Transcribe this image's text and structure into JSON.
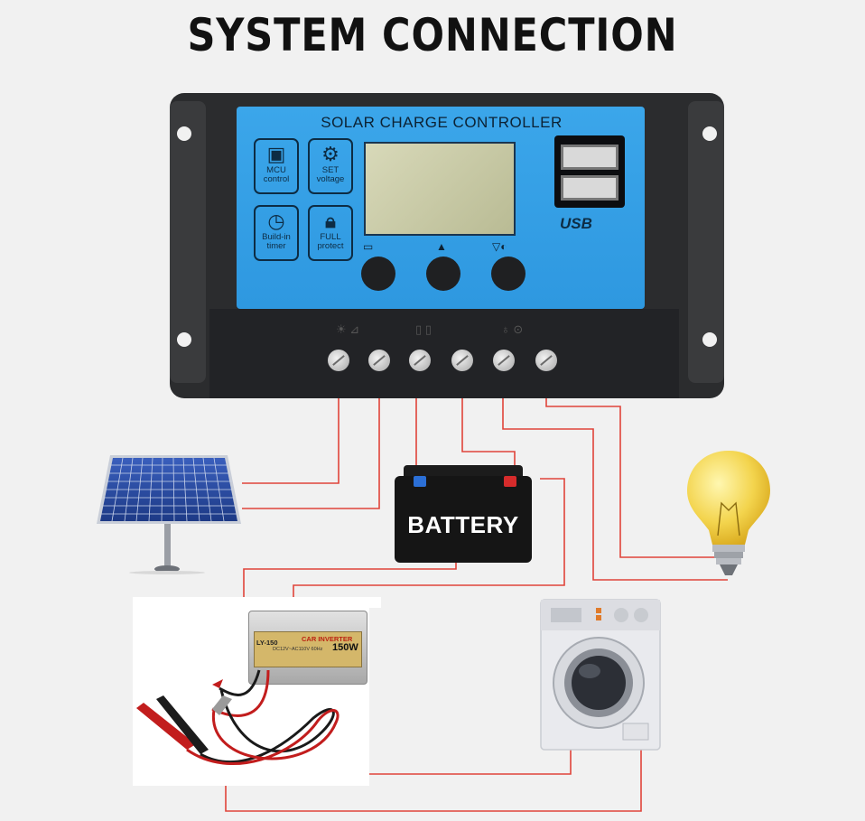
{
  "title": "SYSTEM CONNECTION",
  "controller": {
    "label": "SOLAR CHARGE CONTROLLER",
    "features": [
      {
        "line1": "MCU",
        "line2": "control",
        "icon": "chip-icon"
      },
      {
        "line1": "SET",
        "line2": "voltage",
        "icon": "gear-icon"
      },
      {
        "line1": "Build-in",
        "line2": "timer",
        "icon": "clock-icon"
      },
      {
        "line1": "FULL",
        "line2": "protect",
        "icon": "lock-icon"
      }
    ],
    "usb_label": "USB"
  },
  "battery": {
    "label": "BATTERY"
  },
  "inverter": {
    "model": "LY-150",
    "name": "CAR INVERTER",
    "power": "150W",
    "spec": "DC12V~AC110V 60Hz"
  },
  "colors": {
    "wire": "#e0443a",
    "panel_face": "#3ba6ea",
    "controller_body": "#2b2c2e",
    "battery_body": "#151515"
  }
}
